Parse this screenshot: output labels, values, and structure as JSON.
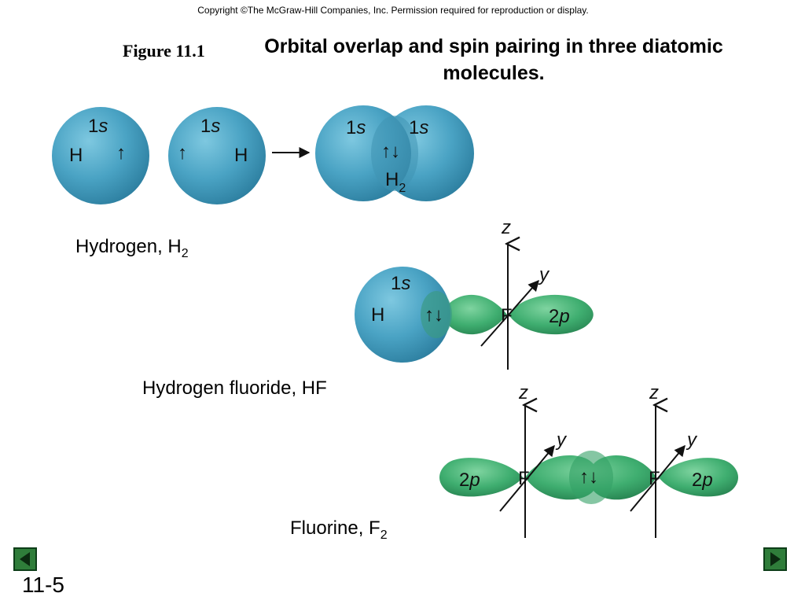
{
  "header": {
    "copyright": "Copyright ©The McGraw-Hill Companies, Inc.  Permission required for reproduction or display.",
    "figure_label": "Figure 11.1",
    "title": "Orbital overlap and spin pairing in three diatomic molecules."
  },
  "captions": {
    "hydrogen": {
      "text": "Hydrogen, H",
      "sub": "2"
    },
    "hydrogen_fluoride": {
      "text": "Hydrogen fluoride, HF"
    },
    "fluorine": {
      "text": "Fluorine, F",
      "sub": "2"
    }
  },
  "diagram_labels": {
    "h": "H",
    "s1_num": "1",
    "s1_letter": "s",
    "p2_num": "2",
    "p_letter": "p",
    "f": "F",
    "z": "z",
    "y": "y",
    "h2_main": "H",
    "h2_sub": "2",
    "spin_up": "↑",
    "spin_pair": "↑↓"
  },
  "colors": {
    "s_orbital": "#4aa3c4",
    "p_orbital": "#3fae70",
    "nav_button": "#2f7d3a"
  },
  "footer": {
    "slide_number": "11-5",
    "prev_icon": "previous-arrow-icon",
    "next_icon": "next-arrow-icon"
  }
}
